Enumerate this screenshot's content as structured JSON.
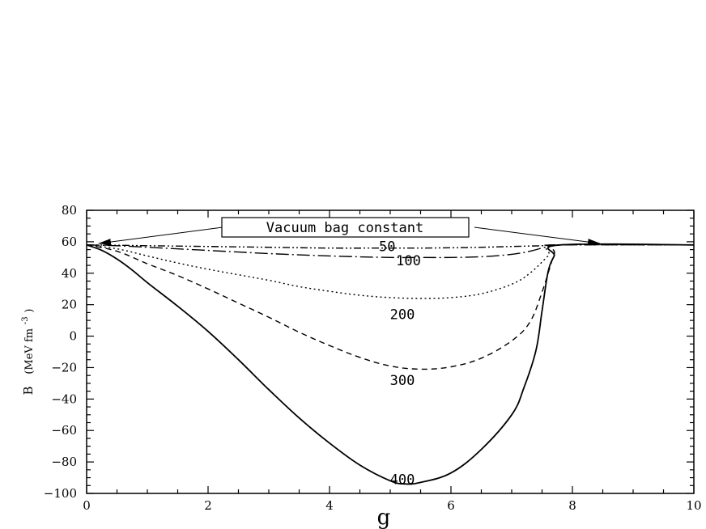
{
  "chart_data": {
    "type": "line",
    "xlabel": "g",
    "ylabel_main": "B",
    "ylabel_unit": "(MeV fm",
    "ylabel_exp": "-3",
    "ylabel_close": ")",
    "xlim": [
      0,
      10
    ],
    "ylim": [
      -100,
      80
    ],
    "xticks": [
      0,
      2,
      4,
      6,
      8,
      10
    ],
    "yticks": [
      -100,
      -80,
      -60,
      -40,
      -20,
      0,
      20,
      40,
      60,
      80
    ],
    "xtick_labels": [
      "0",
      "2",
      "4",
      "6",
      "8",
      "10"
    ],
    "ytick_labels": [
      "−100",
      "−80",
      "−60",
      "−40",
      "−20",
      "0",
      "20",
      "40",
      "60",
      "80"
    ],
    "grid": false,
    "annotation": {
      "text": "Vacuum bag constant",
      "arrow_targets": [
        [
          0.2,
          58
        ],
        [
          8.5,
          58
        ]
      ]
    },
    "series": [
      {
        "name": "50",
        "style": "dash-dot-dot",
        "label_at": [
          4.95,
          57
        ],
        "x": [
          0,
          0.5,
          1,
          2,
          3,
          4,
          5,
          5.5,
          6,
          6.5,
          7,
          7.5,
          7.8,
          10
        ],
        "y": [
          58,
          57.8,
          57.5,
          57,
          56.5,
          56,
          56,
          56,
          56.2,
          56.5,
          57,
          57.5,
          58,
          58
        ]
      },
      {
        "name": "100",
        "style": "long-dash",
        "label_at": [
          5.3,
          48
        ],
        "x": [
          0,
          0.5,
          1,
          2,
          3,
          4,
          5,
          5.5,
          6,
          6.5,
          7,
          7.3,
          7.6,
          7.8,
          10
        ],
        "y": [
          58,
          57.5,
          56.5,
          54.5,
          52.5,
          51,
          50,
          50,
          50,
          50.5,
          52,
          54,
          57,
          58,
          58
        ]
      },
      {
        "name": "200",
        "style": "dotted",
        "label_at": [
          5.2,
          14
        ],
        "x": [
          0,
          0.5,
          1,
          1.5,
          2,
          2.5,
          3,
          3.5,
          4,
          4.5,
          5,
          5.5,
          6,
          6.5,
          7,
          7.3,
          7.6,
          7.8,
          10
        ],
        "y": [
          58,
          55.5,
          51,
          46.5,
          42.5,
          39,
          35.5,
          31.5,
          28.5,
          26,
          24.5,
          24,
          24.5,
          27,
          33,
          40,
          51,
          58,
          58
        ]
      },
      {
        "name": "300",
        "style": "dashed",
        "label_at": [
          5.2,
          -28
        ],
        "x": [
          0,
          0.5,
          1,
          1.5,
          2,
          2.5,
          3,
          3.5,
          4,
          4.5,
          5,
          5.5,
          6,
          6.5,
          7,
          7.3,
          7.5,
          7.7,
          7.8,
          10
        ],
        "y": [
          58,
          54,
          46,
          38.5,
          30,
          21,
          12,
          2.5,
          -6,
          -13.5,
          -19,
          -21,
          -19.5,
          -14,
          -3,
          9,
          28,
          52,
          58,
          58
        ]
      },
      {
        "name": "400",
        "style": "solid",
        "label_at": [
          5.2,
          -91
        ],
        "x": [
          0,
          0.25,
          0.5,
          0.75,
          1,
          1.5,
          2,
          2.5,
          3,
          3.5,
          4,
          4.5,
          5,
          5.25,
          5.5,
          6,
          6.5,
          7,
          7.2,
          7.4,
          7.5,
          7.6,
          7.7,
          7.8,
          10
        ],
        "y": [
          58,
          54.5,
          49,
          42,
          34,
          19,
          3,
          -15,
          -34,
          -52,
          -68,
          -82,
          -92,
          -94,
          -93,
          -87,
          -72,
          -50,
          -33,
          -9,
          16,
          41,
          51,
          58,
          58
        ]
      }
    ]
  }
}
